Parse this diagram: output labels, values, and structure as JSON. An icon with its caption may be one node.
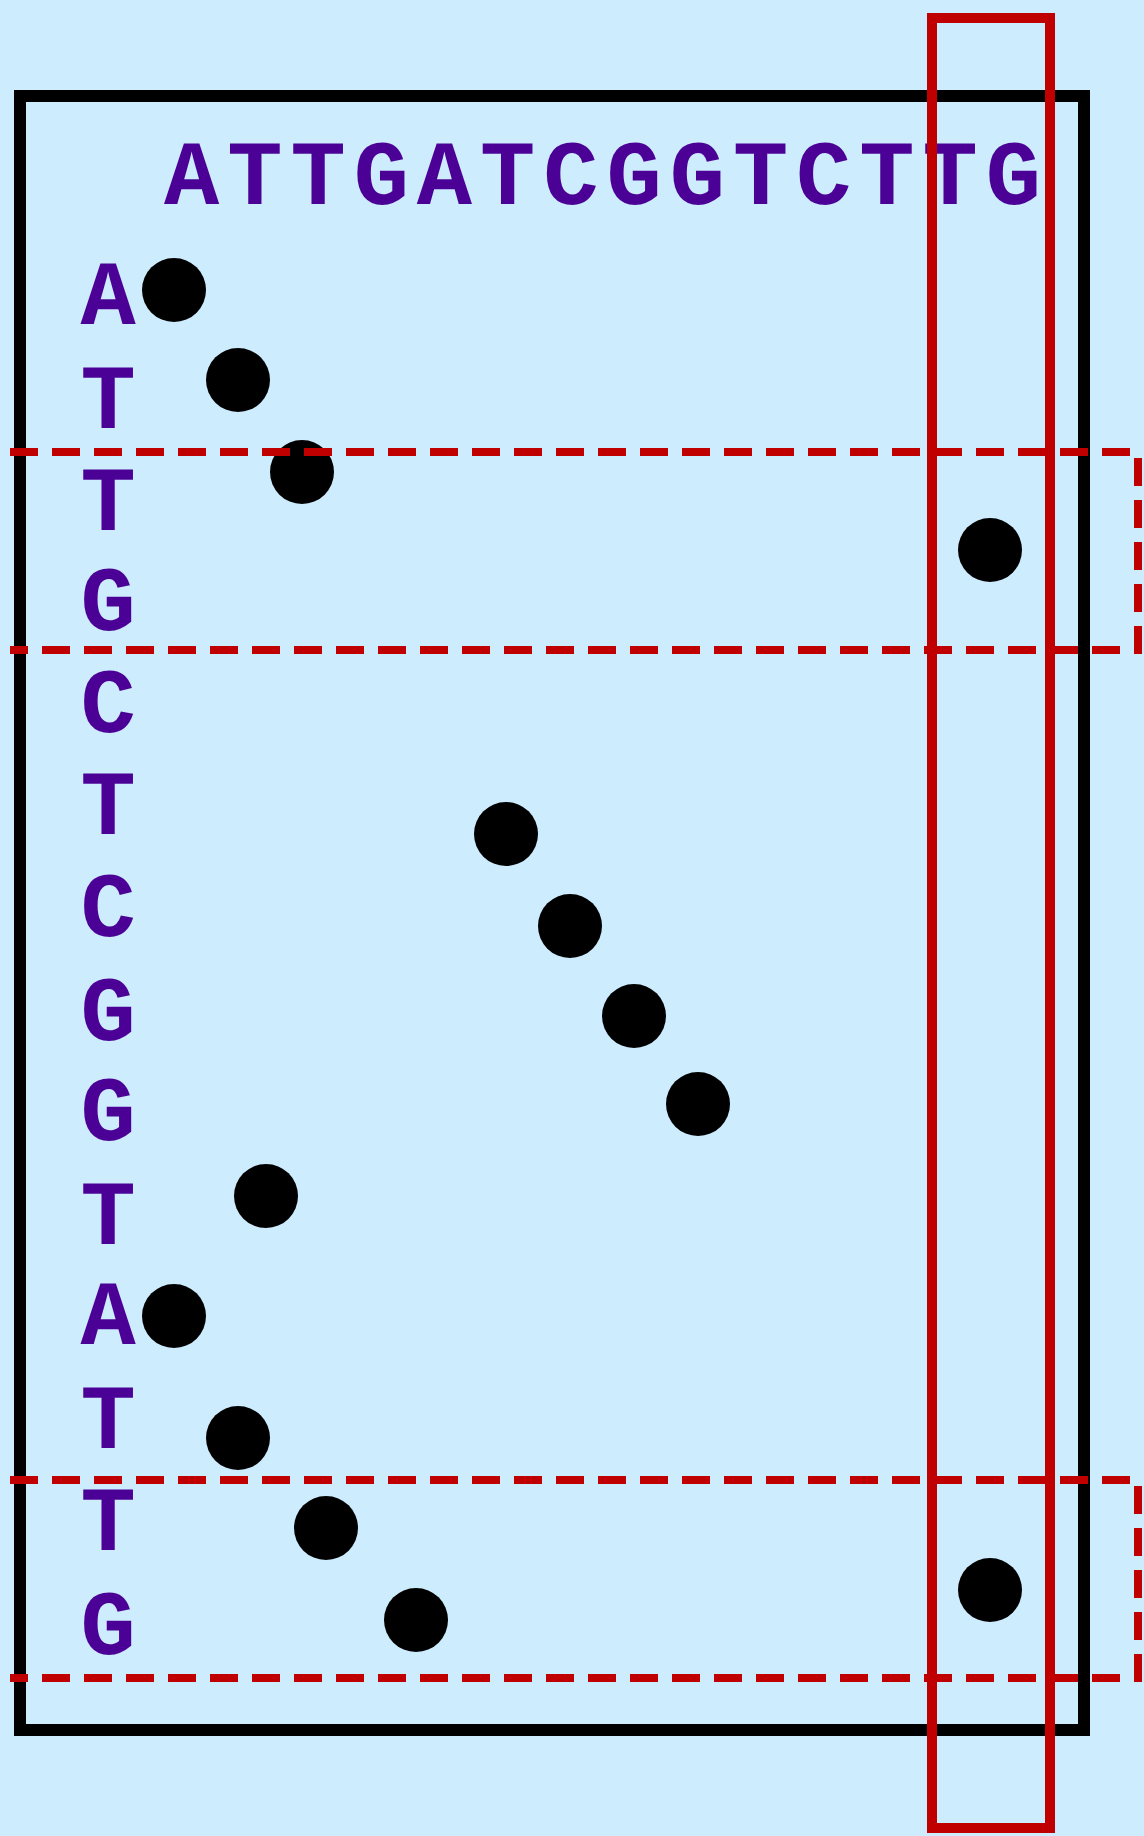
{
  "diagram": {
    "labels": [
      "ATTGATCGGTCTTG",
      "A",
      "T",
      "T",
      "G",
      "C",
      "T",
      "C",
      "G",
      "G",
      "T",
      "A",
      "T",
      "T",
      "G"
    ]
  }
}
